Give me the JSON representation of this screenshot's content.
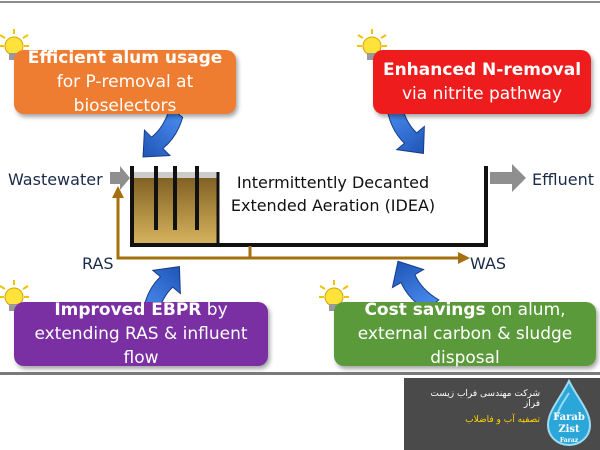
{
  "callouts": {
    "top_left": {
      "bold": "Efficient alum usage",
      "rest": " for P-removal at bioselectors",
      "color": "#ef7d31"
    },
    "top_right": {
      "bold": "Enhanced N-removal",
      "rest": " via nitrite pathway",
      "color": "#ee1c1c"
    },
    "bottom_left": {
      "bold": "Improved EBPR",
      "rest": " by extending RAS & influent flow",
      "color": "#7a2fa3"
    },
    "bottom_right": {
      "bold": "Cost savings",
      "rest": " on alum, external carbon & sludge disposal",
      "color": "#5a9a3a"
    }
  },
  "diagram": {
    "inlet_label": "Wastewater",
    "outlet_label": "Effluent",
    "return_label": "RAS",
    "waste_label": "WAS",
    "process_line1": "Intermittently Decanted",
    "process_line2": "Extended Aeration (IDEA)"
  },
  "logo": {
    "company_fa": "شرکت مهندسی فراب زیست فراز",
    "tagline_fa": "تصفیه آب و فاضلاب",
    "brand_line1": "Farab",
    "brand_line2": "Zist",
    "brand_line3": "Faraz"
  },
  "colors": {
    "arrow_blue": "#2f6fd6",
    "pipe_brown": "#a5700f",
    "tank_fill": "#c9a24a",
    "logo_bg": "#4a4a4a"
  }
}
